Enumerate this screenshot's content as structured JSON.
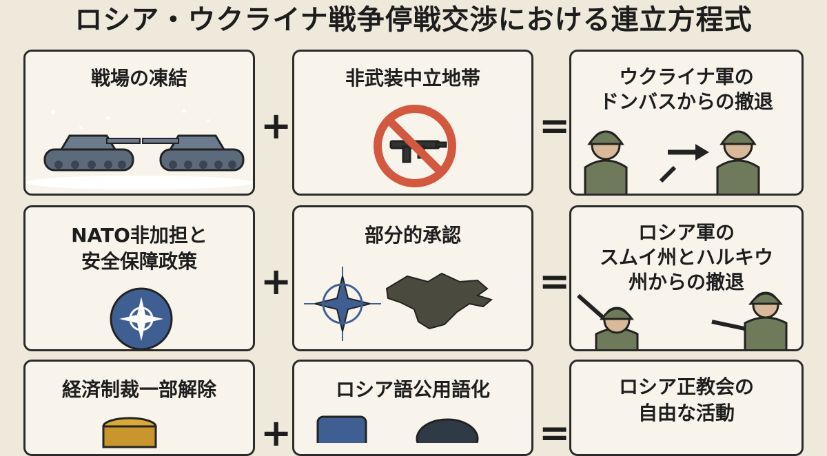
{
  "title": "ロシア・ウクライナ戦争停戦交渉における連立方程式",
  "operators": {
    "plus": "+",
    "equals": "="
  },
  "rows": [
    {
      "left": {
        "label": "戦場の凍結",
        "icon": "tanks-icon"
      },
      "middle": {
        "label": "非武装中立地帯",
        "icon": "no-weapons-icon"
      },
      "right": {
        "label_lines": [
          "ウクライナ軍の",
          "ドンバスからの撤退"
        ],
        "icon": "soldiers-icon"
      }
    },
    {
      "left": {
        "label_lines": [
          "NATO非加担と",
          "安全保障政策"
        ],
        "icon": "nato-emblem-icon"
      },
      "middle": {
        "label": "部分的承認",
        "icon": "nato-crimea-map-icon"
      },
      "right": {
        "label_lines": [
          "ロシア軍の",
          "スムイ州とハルキウ",
          "州からの撤退"
        ],
        "icon": "armed-soldiers-icon"
      }
    },
    {
      "left": {
        "label": "経済制裁一部解除",
        "icon": "coins-icon"
      },
      "middle": {
        "label": "ロシア語公用語化",
        "icon": "language-icon"
      },
      "right": {
        "label_lines": [
          "ロシア正教会の",
          "自由な活動"
        ],
        "icon": "church-icon"
      }
    }
  ],
  "colors": {
    "background": "#efe9dc",
    "card": "#f8f4ec",
    "border": "#2a2a2a",
    "tank": "#5c6b7c",
    "soldier": "#6f7a5a",
    "nato_blue": "#3f5f93",
    "prohibit_red": "#d2583f"
  }
}
